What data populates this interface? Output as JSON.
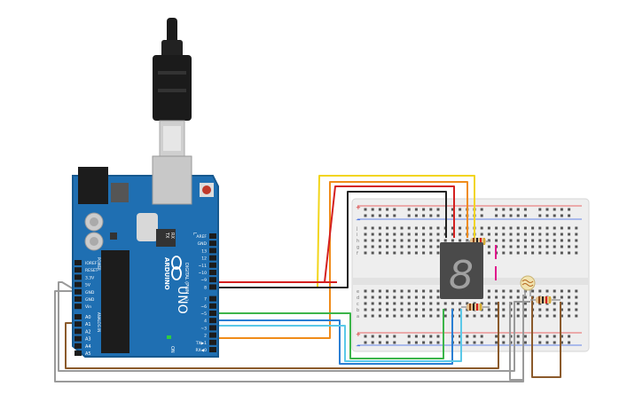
{
  "arduino": {
    "logo_text": "ARDUINO",
    "model": "UNO",
    "on_label": "ON",
    "power_label": "POWER",
    "analog_label": "ANALOG IN",
    "digital_label": "DIGITAL (PWM ~)",
    "tx_led": "TX",
    "rx_led": "RX",
    "l_led": "L",
    "header_right": [
      "AREF",
      "GND",
      "13",
      "12",
      "~11",
      "~10",
      "~9",
      "8",
      "7",
      "~6",
      "~5",
      "4",
      "~3",
      "2",
      "TX▶1",
      "RX◀0"
    ],
    "header_left_power": [
      "IOREF",
      "RESET",
      "3.3V",
      "5V",
      "GND",
      "GND",
      "Vin"
    ],
    "header_left_analog": [
      "A0",
      "A1",
      "A2",
      "A3",
      "A4",
      "A5"
    ]
  },
  "breadboard": {
    "columns": 30,
    "row_letters_top": [
      "j",
      "i",
      "h",
      "g",
      "f"
    ],
    "row_letters_bottom": [
      "e",
      "d",
      "c",
      "b",
      "a"
    ],
    "rail_plus": "+",
    "rail_minus": "−"
  },
  "seven_segment": {
    "digit": "8"
  },
  "wire_colors": {
    "black": "#222222",
    "red": "#d42020",
    "orange": "#f08c1a",
    "yellow": "#f2d51a",
    "green": "#3cb54a",
    "blue": "#2a7fd4",
    "cyan": "#5ac8e8",
    "gray": "#9a9a9a",
    "brown": "#8b5a2b",
    "magenta": "#e0188c"
  },
  "colors": {
    "board_blue": "#1f6fb2",
    "board_dark": "#17598f",
    "breadboard": "#eeeeee",
    "display": "#4a4a4a"
  }
}
